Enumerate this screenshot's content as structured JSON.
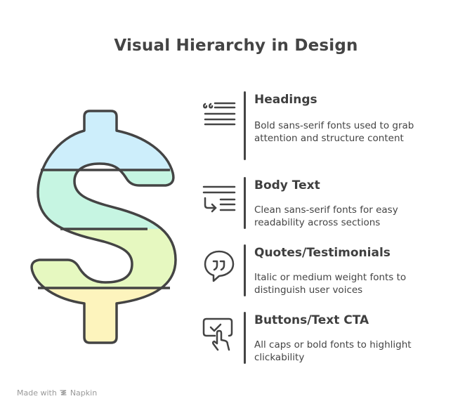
{
  "title": "Visual Hierarchy in Design",
  "figure": {
    "central_icon": "dollar-sign-icon",
    "band_colors": [
      "#cdeefb",
      "#c6f5e2",
      "#e6f8c0",
      "#fdf4bd"
    ]
  },
  "items": [
    {
      "icon": "heading-text-icon",
      "heading": "Headings",
      "description": "Bold sans-serif fonts used to grab attention and structure content"
    },
    {
      "icon": "body-text-indent-icon",
      "heading": "Body Text",
      "description": "Clean sans-serif fonts for easy readability across sections"
    },
    {
      "icon": "quote-bubble-icon",
      "heading": "Quotes/Testimonials",
      "description": "Italic or medium weight fonts to distinguish user voices"
    },
    {
      "icon": "click-button-icon",
      "heading": "Buttons/Text CTA",
      "description": "All caps or bold fonts to highlight clickability"
    }
  ],
  "footer": {
    "made_with": "Made with",
    "brand": "Napkin"
  }
}
